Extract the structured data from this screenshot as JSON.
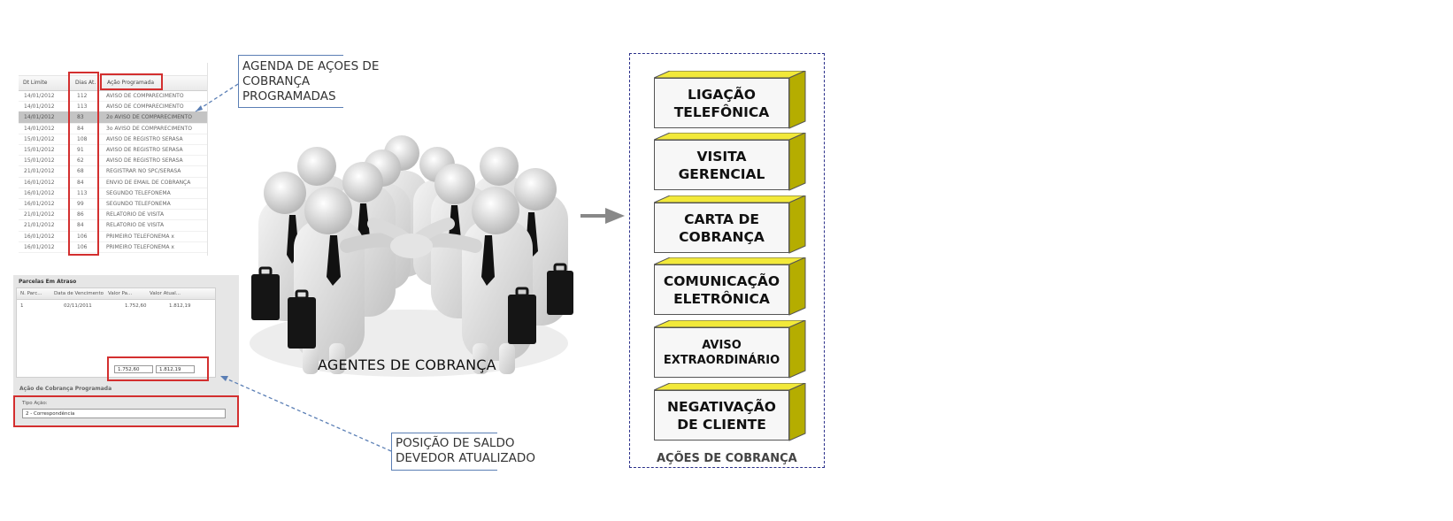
{
  "agenda": {
    "headers": [
      "Dt Limite",
      "Dias At.",
      "Ação Programada"
    ],
    "rows": [
      {
        "date": "14/01/2012",
        "days": "112",
        "action": "AVISO DE COMPARECIMENTO"
      },
      {
        "date": "14/01/2012",
        "days": "113",
        "action": "AVISO DE COMPARECIMENTO"
      },
      {
        "date": "14/01/2012",
        "days": "83",
        "action": "2o AVISO DE COMPARECIMENTO",
        "selected": true
      },
      {
        "date": "14/01/2012",
        "days": "84",
        "action": "3o AVISO DE COMPARECIMENTO"
      },
      {
        "date": "15/01/2012",
        "days": "108",
        "action": "AVISO DE REGISTRO SERASA"
      },
      {
        "date": "15/01/2012",
        "days": "91",
        "action": "AVISO DE REGISTRO SERASA"
      },
      {
        "date": "15/01/2012",
        "days": "62",
        "action": "AVISO DE REGISTRO SERASA"
      },
      {
        "date": "21/01/2012",
        "days": "68",
        "action": "REGISTRAR NO SPC/SERASA"
      },
      {
        "date": "16/01/2012",
        "days": "84",
        "action": "ENVIO DE EMAIL DE COBRANÇA"
      },
      {
        "date": "16/01/2012",
        "days": "113",
        "action": "SEGUNDO TELEFONEMA"
      },
      {
        "date": "16/01/2012",
        "days": "99",
        "action": "SEGUNDO TELEFONEMA"
      },
      {
        "date": "21/01/2012",
        "days": "86",
        "action": "RELATORIO DE VISITA"
      },
      {
        "date": "21/01/2012",
        "days": "84",
        "action": "RELATORIO DE VISITA"
      },
      {
        "date": "16/01/2012",
        "days": "106",
        "action": "PRIMEIRO TELEFONEMA x"
      },
      {
        "date": "16/01/2012",
        "days": "106",
        "action": "PRIMEIRO TELEFONEMA x"
      }
    ]
  },
  "parcelas": {
    "title": "Parcelas Em Atraso",
    "headers": [
      "N. Parc...",
      "Data de Vencimento",
      "Valor Pa...",
      "Valor Atual..."
    ],
    "row": [
      "1",
      "02/11/2011",
      "1.752,60",
      "1.812,19"
    ],
    "total_pago": "1.752,60",
    "total_atual": "1.812,19",
    "section": "Ação de Cobrança Programada",
    "tipo_label": "Tipo Ação:",
    "tipo_value": "2 - Correspondência"
  },
  "callouts": {
    "agenda_lines": [
      "AGENDA DE AÇOES DE",
      "COBRANÇA",
      "PROGRAMADAS"
    ],
    "saldo_lines": [
      "POSIÇÃO DE SALDO",
      "DEVEDOR ATUALIZADO"
    ]
  },
  "agentes": {
    "caption": "AGENTES DE COBRANÇA"
  },
  "acoes": {
    "caption": "AÇÕES DE COBRANÇA",
    "items": [
      {
        "line1": "LIGAÇÃO",
        "line2": "TELEFÔNICA"
      },
      {
        "line1": "VISITA",
        "line2": "GERENCIAL"
      },
      {
        "line1": "CARTA DE",
        "line2": "COBRANÇA"
      },
      {
        "line1": "COMUNICAÇÃO",
        "line2": "ELETRÔNICA"
      },
      {
        "line1": "AVISO",
        "line2": "EXTRAORDINÁRIO"
      },
      {
        "line1": "NEGATIVAÇÃO",
        "line2": "DE CLIENTE"
      }
    ]
  },
  "colors": {
    "highlight_red": "#d32f2f",
    "box_top": "#f2e93a",
    "box_side": "#b5ad00",
    "panel_border": "#2a2f8a",
    "connector_blue": "#5b7fb5"
  }
}
